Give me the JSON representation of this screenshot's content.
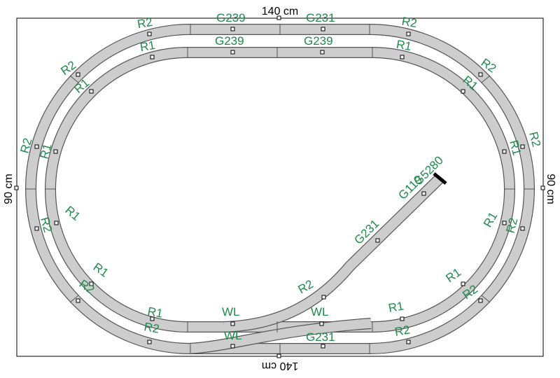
{
  "layout": {
    "width_label": "140 cm",
    "height_label": "90 cm",
    "colors": {
      "label": "#1f8a4c",
      "rail": "#cdcdcd",
      "edge": "#555555"
    }
  },
  "pieces": {
    "top_outer": [
      "R2",
      "G239",
      "G231",
      "R2"
    ],
    "top_inner": [
      "R1",
      "G239",
      "G239",
      "R1"
    ],
    "left_outer": [
      "R2",
      "R2",
      "R2",
      "R2"
    ],
    "left_inner": [
      "R1",
      "R1",
      "R1",
      "R1"
    ],
    "right_outer": [
      "R2",
      "R2",
      "R2",
      "R2"
    ],
    "right_inner": [
      "R1",
      "R1",
      "R1",
      "R1"
    ],
    "bottom_inner": [
      "R1",
      "WL",
      "WL",
      "R1"
    ],
    "bottom_outer": [
      "R2",
      "WL",
      "G231",
      "R2"
    ],
    "siding": [
      "R2",
      "G231",
      "G119",
      "G5",
      "280"
    ]
  }
}
